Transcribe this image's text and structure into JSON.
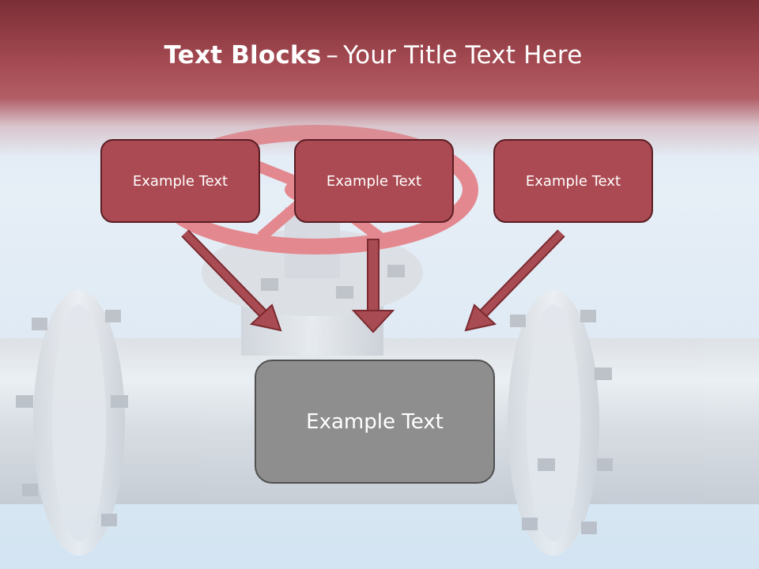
{
  "slide": {
    "title_bold": "Text Blocks",
    "title_separator": "–",
    "title_rest": "Your Title Text Here"
  },
  "blocks": [
    {
      "label": "Example Text"
    },
    {
      "label": "Example Text"
    },
    {
      "label": "Example Text"
    }
  ],
  "main_block": {
    "label": "Example Text"
  },
  "colors": {
    "header": "#a34750",
    "block_fill": "#ab4a52",
    "block_border": "#5a1e24",
    "main_block_fill": "#8e8e8e",
    "arrow": "#a94b52"
  }
}
